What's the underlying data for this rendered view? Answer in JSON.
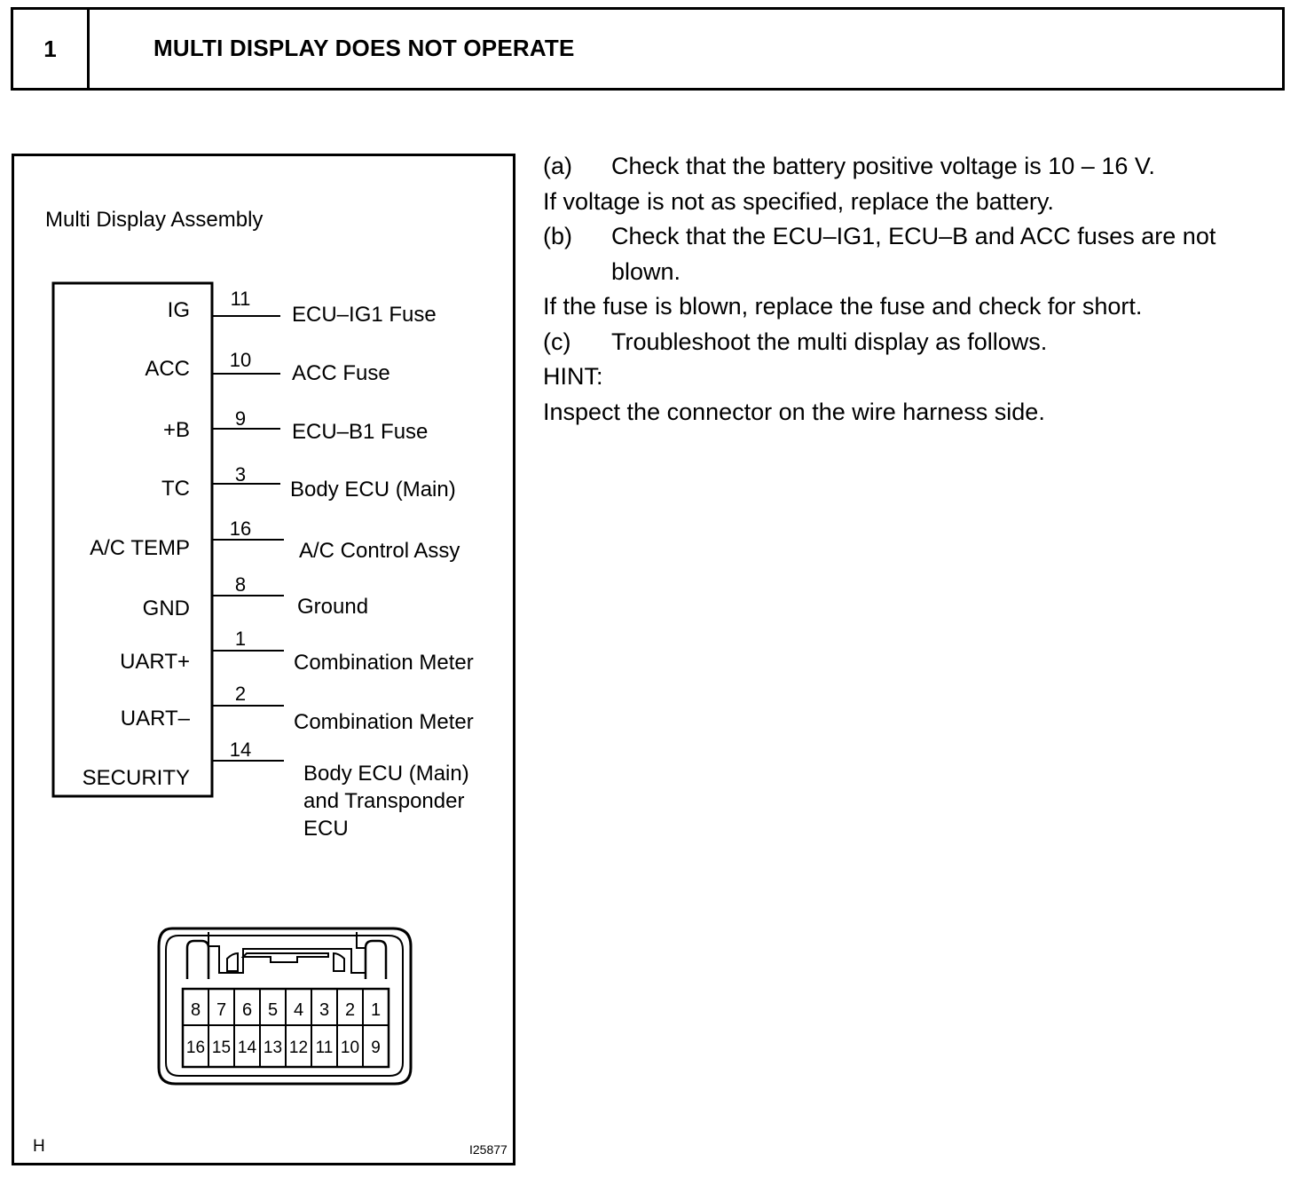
{
  "header": {
    "step_number": "1",
    "title": "MULTI DISPLAY DOES NOT OPERATE"
  },
  "figure": {
    "assembly_label": "Multi Display Assembly",
    "pins": [
      {
        "terminal": "IG",
        "number": "11",
        "destination": "ECU–IG1 Fuse"
      },
      {
        "terminal": "ACC",
        "number": "10",
        "destination": "ACC Fuse"
      },
      {
        "terminal": "+B",
        "number": "9",
        "destination": "ECU–B1 Fuse"
      },
      {
        "terminal": "TC",
        "number": "3",
        "destination": "Body ECU (Main)"
      },
      {
        "terminal": "A/C TEMP",
        "number": "16",
        "destination": "A/C Control Assy"
      },
      {
        "terminal": "GND",
        "number": "8",
        "destination": "Ground"
      },
      {
        "terminal": "UART+",
        "number": "1",
        "destination": "Combination Meter"
      },
      {
        "terminal": "UART–",
        "number": "2",
        "destination": "Combination Meter"
      },
      {
        "terminal": "SECURITY",
        "number": "14",
        "destination_lines": [
          "Body ECU (Main)",
          "and  Transponder",
          "ECU"
        ]
      }
    ],
    "connector": {
      "top_row": [
        "8",
        "7",
        "6",
        "5",
        "4",
        "3",
        "2",
        "1"
      ],
      "bottom_row": [
        "16",
        "15",
        "14",
        "13",
        "12",
        "11",
        "10",
        "9"
      ]
    },
    "corner_left": "H",
    "figure_id": "I25877"
  },
  "instructions": {
    "a_letter": "(a)",
    "a_text": "Check that the battery positive voltage is 10 – 16 V.",
    "a_note": "If voltage is not as specified, replace the battery.",
    "b_letter": "(b)",
    "b_text": "Check that the ECU–IG1, ECU–B and ACC fuses are not",
    "b_text_cont": "blown.",
    "b_note": "If the fuse is blown, replace the fuse and check for short.",
    "c_letter": "(c)",
    "c_text": "Troubleshoot the multi display as follows.",
    "hint_label": "HINT:",
    "hint_text": "Inspect the connector on the wire harness side."
  }
}
